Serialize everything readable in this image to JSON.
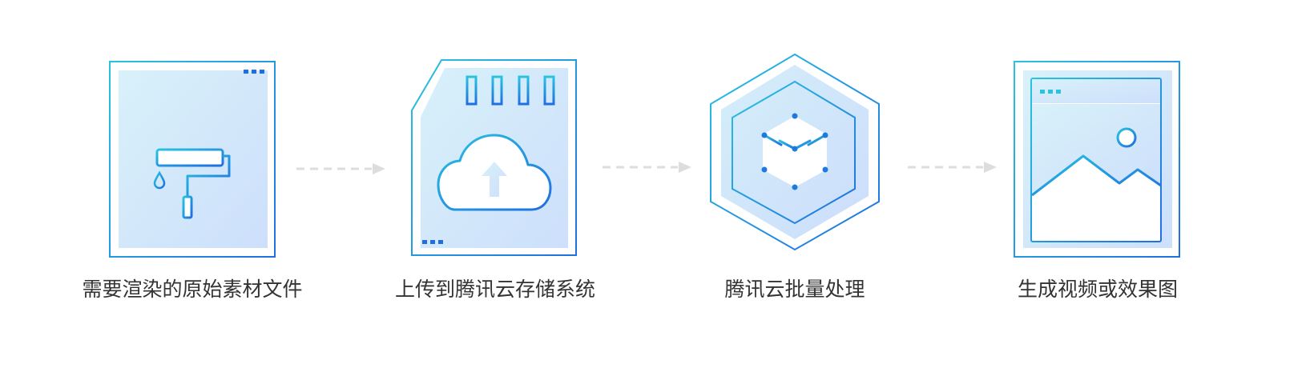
{
  "diagram": {
    "steps": [
      {
        "label": "需要渲染的原始素材文件",
        "icon": "paint-roller-icon"
      },
      {
        "label": "上传到腾讯云存储系统",
        "icon": "cloud-upload-icon"
      },
      {
        "label": "腾讯云批量处理",
        "icon": "cube-network-icon"
      },
      {
        "label": "生成视频或效果图",
        "icon": "image-output-icon"
      }
    ],
    "colors": {
      "stroke_start": "#29C3E0",
      "stroke_end": "#1F6FE0",
      "fill_light": "#D6EEFA",
      "fill_mid": "#CFE1FB",
      "arrow": "#DDDDDD",
      "label": "#333333"
    }
  }
}
